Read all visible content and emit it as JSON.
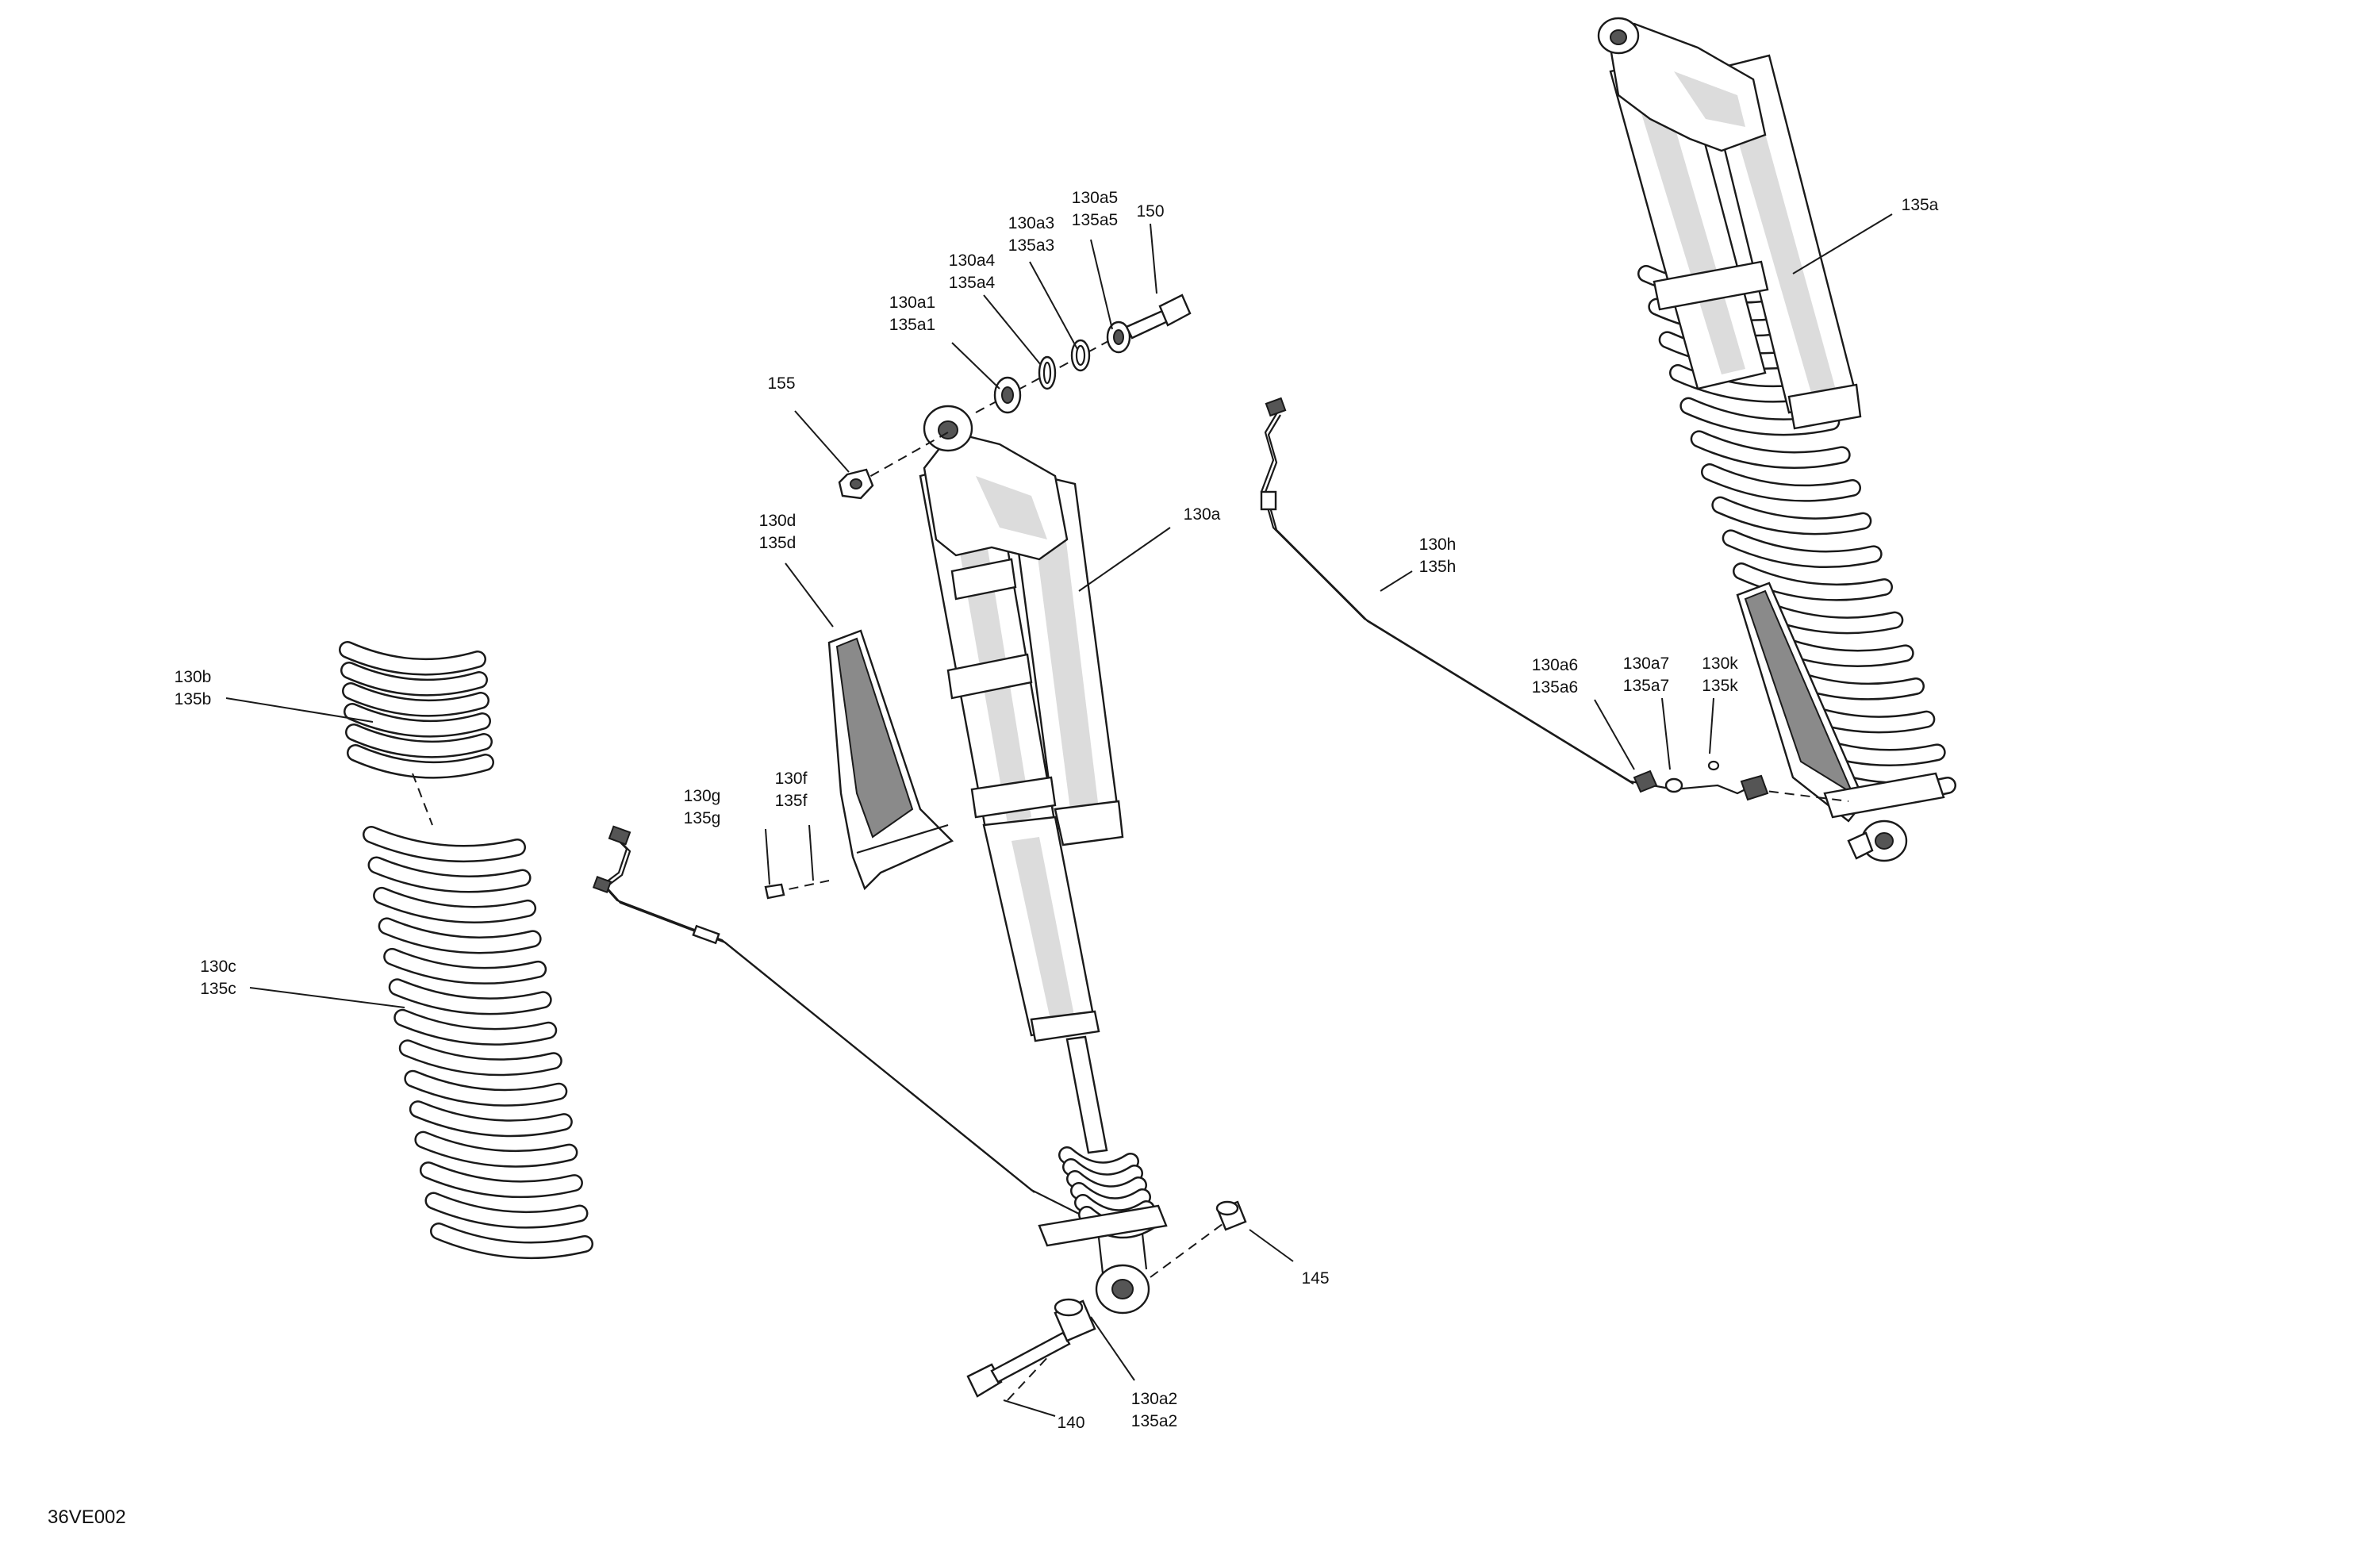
{
  "diagram_code": "36VE002",
  "callouts": [
    {
      "id": "155",
      "lines": [
        "155"
      ]
    },
    {
      "id": "130a1",
      "lines": [
        "130a1",
        "135a1"
      ]
    },
    {
      "id": "130a4",
      "lines": [
        "130a4",
        "135a4"
      ]
    },
    {
      "id": "130a3",
      "lines": [
        "130a3",
        "135a3"
      ]
    },
    {
      "id": "130a5",
      "lines": [
        "130a5",
        "135a5"
      ]
    },
    {
      "id": "150",
      "lines": [
        "150"
      ]
    },
    {
      "id": "130a",
      "lines": [
        "130a"
      ]
    },
    {
      "id": "130d",
      "lines": [
        "130d",
        "135d"
      ]
    },
    {
      "id": "130b",
      "lines": [
        "130b",
        "135b"
      ]
    },
    {
      "id": "130c",
      "lines": [
        "130c",
        "135c"
      ]
    },
    {
      "id": "130g",
      "lines": [
        "130g",
        "135g"
      ]
    },
    {
      "id": "130f",
      "lines": [
        "130f",
        "135f"
      ]
    },
    {
      "id": "145",
      "lines": [
        "145"
      ]
    },
    {
      "id": "140",
      "lines": [
        "140"
      ]
    },
    {
      "id": "130a2",
      "lines": [
        "130a2",
        "135a2"
      ]
    },
    {
      "id": "135a",
      "lines": [
        "135a"
      ]
    },
    {
      "id": "130h",
      "lines": [
        "130h",
        "135h"
      ]
    },
    {
      "id": "130a6",
      "lines": [
        "130a6",
        "135a6"
      ]
    },
    {
      "id": "130a7",
      "lines": [
        "130a7",
        "135a7"
      ]
    },
    {
      "id": "130k",
      "lines": [
        "130k",
        "135k"
      ]
    }
  ]
}
